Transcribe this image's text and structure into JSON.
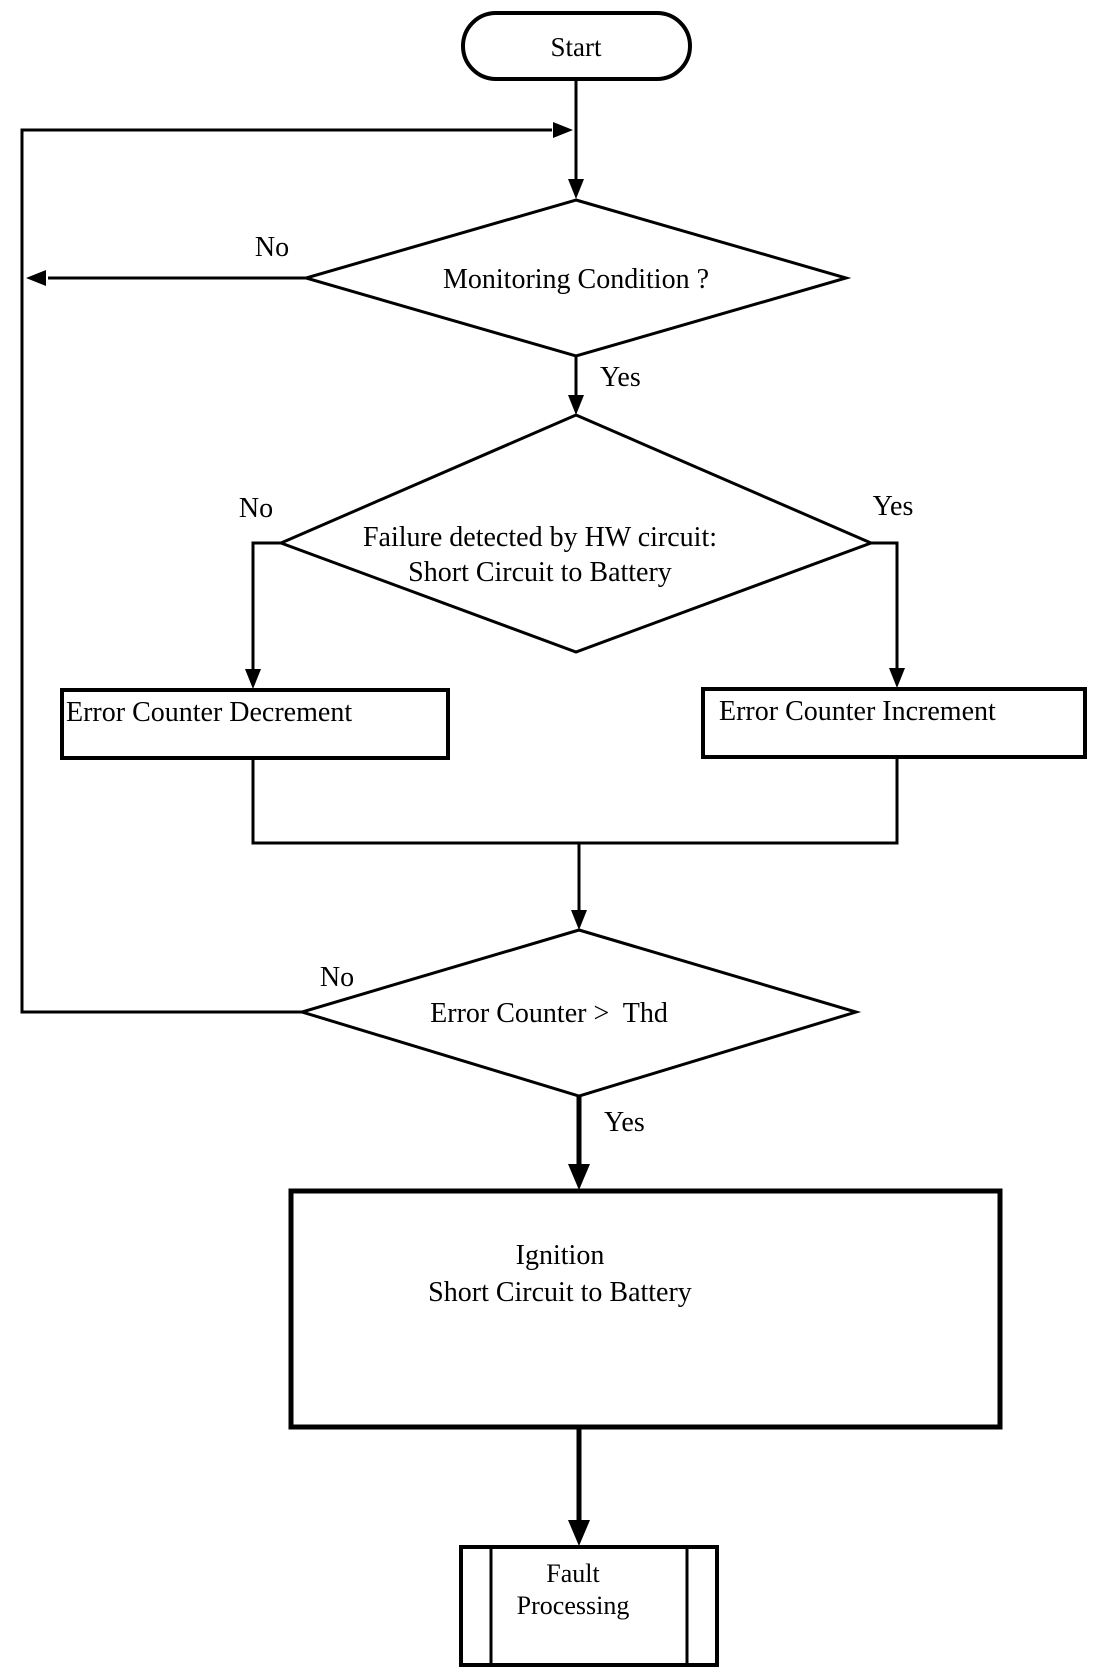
{
  "page": {
    "background_color": "#ffffff",
    "line_color": "#000000",
    "text_color": "#000000"
  },
  "flowchart": {
    "start": {
      "label": "Start"
    },
    "decision_monitoring": {
      "label": "Monitoring Condition ?",
      "no_label": "No",
      "yes_label": "Yes"
    },
    "decision_failure": {
      "label_line1": "Failure detected by HW circuit:",
      "label_line2": "Short Circuit to Battery",
      "no_label": "No",
      "yes_label": "Yes"
    },
    "process_decrement": {
      "label": "Error Counter Decrement"
    },
    "process_increment": {
      "label": "Error Counter Increment"
    },
    "decision_threshold": {
      "label": "Error Counter >  Thd",
      "no_label": "No",
      "yes_label": "Yes"
    },
    "process_ignition": {
      "label_line1": "Ignition",
      "label_line2": "Short Circuit to Battery"
    },
    "predefined_fault": {
      "label_line1": "Fault",
      "label_line2": "Processing"
    }
  }
}
